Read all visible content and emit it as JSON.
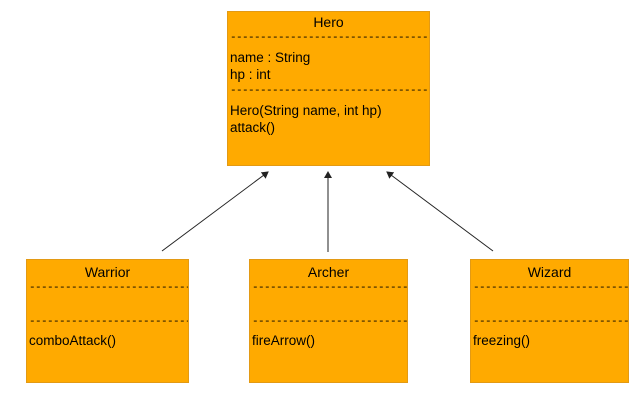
{
  "diagram": {
    "classes": {
      "hero": {
        "name": "Hero",
        "separator": "------------------------------------------",
        "attributes": [
          "name : String",
          "hp : int"
        ],
        "methods": [
          "Hero(String name, int hp)",
          "attack()"
        ]
      },
      "warrior": {
        "name": "Warrior",
        "separator": "--------------------------------",
        "methods": [
          "comboAttack()"
        ]
      },
      "archer": {
        "name": "Archer",
        "separator": "------------------------------",
        "methods": [
          "fireArrow()"
        ]
      },
      "wizard": {
        "name": "Wizard",
        "separator": "------------------------------",
        "methods": [
          "freezing()"
        ]
      }
    },
    "colors": {
      "box_fill": "#ffaa00",
      "line": "#222222"
    }
  }
}
